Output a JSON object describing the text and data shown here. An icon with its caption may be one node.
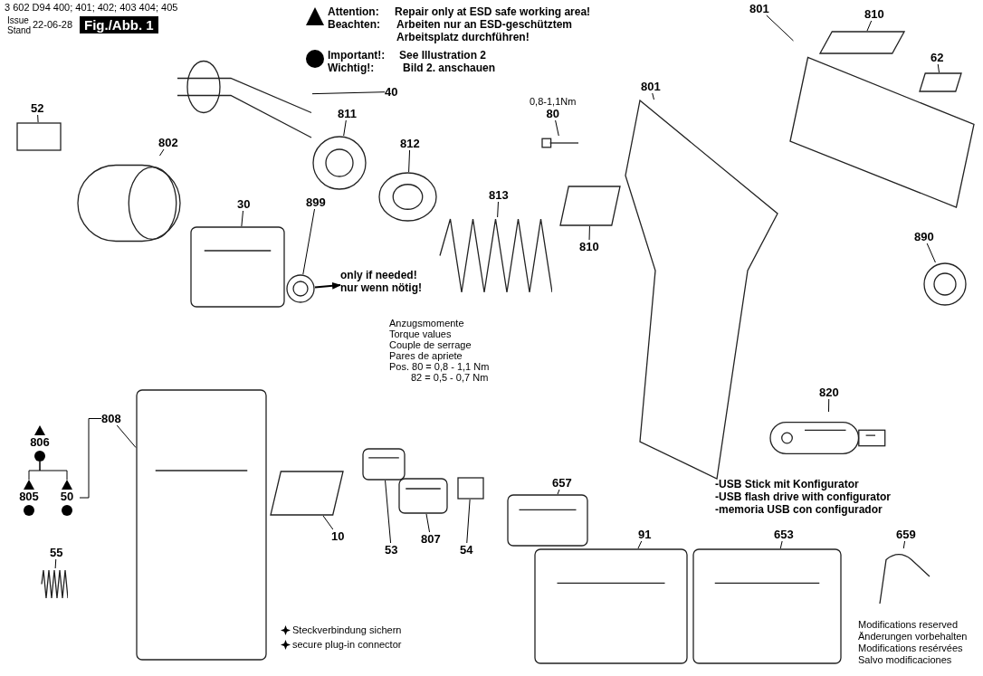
{
  "diagram": {
    "nodes": [
      {
        "text": [
          "52"
        ]
      },
      {
        "text": [],
        "shape": "box"
      },
      {
        "text": [
          "802"
        ]
      },
      {
        "text": [],
        "shape": "picture"
      },
      {
        "text": [
          "30"
        ]
      },
      {
        "text": [],
        "shape": "picture"
      },
      {
        "text": [
          "899"
        ]
      },
      {
        "text": [],
        "shape": "picture"
      },
      {
        "text": [
          "only if needed!",
          "nur wenn nötig!"
        ]
      },
      {
        "text": [
          "40"
        ]
      },
      {
        "text": [],
        "shape": "picture"
      },
      {
        "text": [
          "811"
        ]
      },
      {
        "text": [],
        "shape": "picture"
      },
      {
        "text": [
          "812"
        ]
      },
      {
        "text": [],
        "shape": "picture"
      },
      {
        "text": [
          "813"
        ]
      },
      {
        "text": [],
        "shape": "picture"
      },
      {
        "text": [
          "801"
        ]
      },
      {
        "text": [],
        "shape": "picture"
      },
      {
        "text": [
          "810"
        ]
      },
      {
        "text": [],
        "shape": "picture"
      },
      {
        "text": [
          "62"
        ]
      },
      {
        "text": [],
        "shape": "picture"
      },
      {
        "text": [
          "801"
        ]
      },
      {
        "text": [],
        "shape": "picture"
      },
      {
        "text": [
          "80"
        ],
        "beside": [
          "0,8-1,1Nm"
        ]
      },
      {
        "text": [],
        "shape": "picture"
      },
      {
        "text": [
          "810"
        ]
      },
      {
        "text": [],
        "shape": "picture"
      },
      {
        "text": [
          "890"
        ]
      },
      {
        "text": [],
        "shape": "picture"
      },
      {
        "text": [
          "820"
        ]
      },
      {
        "text": [],
        "shape": "picture"
      },
      {
        "text": [
          "808"
        ]
      },
      {
        "text": [],
        "shape": "picture"
      },
      {
        "text": [
          "806"
        ]
      },
      {
        "text": [
          "805"
        ]
      },
      {
        "text": [
          "50"
        ]
      },
      {
        "text": [
          "10"
        ]
      },
      {
        "text": [],
        "shape": "picture"
      },
      {
        "text": [
          "53"
        ]
      },
      {
        "text": [],
        "shape": "picture"
      },
      {
        "text": [
          "807"
        ]
      },
      {
        "text": [],
        "shape": "picture"
      },
      {
        "text": [
          "54"
        ]
      },
      {
        "text": [],
        "shape": "box"
      },
      {
        "text": [
          "55"
        ]
      },
      {
        "text": [],
        "shape": "picture"
      },
      {
        "text": [
          "657"
        ]
      },
      {
        "text": [],
        "shape": "picture"
      },
      {
        "text": [
          "91"
        ]
      },
      {
        "text": [],
        "shape": "picture"
      },
      {
        "text": [
          "653"
        ]
      },
      {
        "text": [],
        "shape": "picture"
      },
      {
        "text": [
          "659"
        ]
      },
      {
        "text": [],
        "shape": "picture"
      }
    ],
    "edges": [
      {
        "from": 0,
        "to": 1,
        "arrow": "none"
      },
      {
        "from": 2,
        "to": 3,
        "arrow": "none"
      },
      {
        "from": 4,
        "to": 5,
        "arrow": "none"
      },
      {
        "from": 6,
        "to": 7,
        "arrow": "none"
      },
      {
        "from": 7,
        "to": 8,
        "arrow": "to"
      },
      {
        "from": 9,
        "to": 10,
        "arrow": "none"
      },
      {
        "from": 11,
        "to": 12,
        "arrow": "none"
      },
      {
        "from": 13,
        "to": 14,
        "arrow": "none"
      },
      {
        "from": 15,
        "to": 16,
        "arrow": "none"
      },
      {
        "from": 17,
        "to": 18,
        "arrow": "none"
      },
      {
        "from": 19,
        "to": 20,
        "arrow": "none"
      },
      {
        "from": 21,
        "to": 22,
        "arrow": "none"
      },
      {
        "from": 23,
        "to": 24,
        "arrow": "none"
      },
      {
        "from": 25,
        "to": 26,
        "arrow": "none"
      },
      {
        "from": 27,
        "to": 28,
        "arrow": "none"
      },
      {
        "from": 29,
        "to": 30,
        "arrow": "none"
      },
      {
        "from": 31,
        "to": 32,
        "arrow": "none"
      },
      {
        "from": 33,
        "to": 34,
        "arrow": "none"
      },
      {
        "from": 35,
        "to": 36,
        "arrow": "none"
      },
      {
        "from": 35,
        "to": 37,
        "arrow": "none"
      },
      {
        "from": 37,
        "to": 33,
        "arrow": "none"
      },
      {
        "from": 38,
        "to": 39,
        "arrow": "none"
      },
      {
        "from": 40,
        "to": 41,
        "arrow": "none"
      },
      {
        "from": 42,
        "to": 43,
        "arrow": "none"
      },
      {
        "from": 44,
        "to": 45,
        "arrow": "none"
      },
      {
        "from": 46,
        "to": 47,
        "arrow": "none"
      },
      {
        "from": 48,
        "to": 49,
        "arrow": "none"
      },
      {
        "from": 50,
        "to": 51,
        "arrow": "none"
      },
      {
        "from": 52,
        "to": 53,
        "arrow": "none"
      },
      {
        "from": 54,
        "to": 55,
        "arrow": "none"
      }
    ],
    "labels": [
      "3 602 D94 400; 401; 402; 403 404; 405",
      "Issue",
      "Stand",
      "22-06-28",
      "Fig./Abb. 1",
      "Attention:",
      "Repair only at ESD safe working area!",
      "Beachten:",
      "Arbeiten nur an ESD-geschütztem Arbeitsplatz durchführen!",
      "Important!:",
      "See Illustration 2",
      "Wichtig!:",
      "Bild 2. anschauen",
      "Anzugsmomente",
      "Torque values",
      "Couple de serrage",
      "Pares de apriete",
      "Pos. 80 = 0,8 - 1,1 Nm",
      "82 = 0,5 - 0,7 Nm",
      "-USB Stick mit Konfigurator",
      "-USB flash drive with configurator",
      "-memoria USB con configurador",
      "Steckverbindung sichern",
      "secure plug-in connector",
      "Modifications reserved",
      "Änderungen vorbehalten",
      "Modifications resérvées",
      "Salvo modificaciones"
    ]
  }
}
